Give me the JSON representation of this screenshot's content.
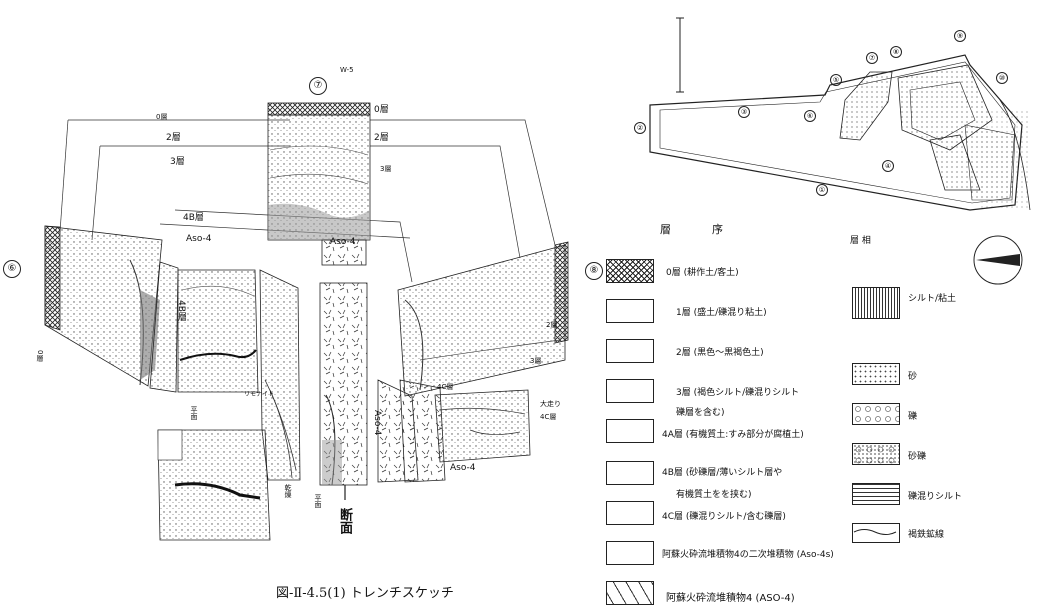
{
  "caption": "図-Ⅱ-4.5(1) トレンチスケッチ",
  "trench_labels": {
    "t7": "⑦",
    "t6": "⑥",
    "t8": "⑧",
    "w5": "W-5",
    "l0_a": "0層",
    "l0_b": "0層",
    "l2_a": "2層",
    "l2_b": "2層",
    "l3_a": "3層",
    "l3_b": "3層",
    "l4b": "4B層",
    "aso4_a": "Aso-4",
    "aso4_b": "Aso-4",
    "aso4_c": "Aso-4",
    "aso4_d": "Aso-4",
    "l4b_side": "4B層",
    "l0_side": "0層",
    "l2_right": "2層",
    "l3_right": "3層",
    "l4c_a": "4C層",
    "l4c_b": "4C層",
    "daiban": "大走り",
    "ritamu": "リモナイト",
    "heimen": "平面",
    "heimen2": "平面",
    "kanso": "乾燥",
    "danmen": "断面"
  },
  "legend": {
    "title_a": "層",
    "title_b": "序",
    "facies_title": "層 相",
    "strata": [
      {
        "label": "0層 (耕作土/客土)",
        "pattern": "hatch"
      },
      {
        "label": "1層 (盛土/礫混り粘土)",
        "pattern": "blank"
      },
      {
        "label": "2層 (黒色～黒褐色土)",
        "pattern": "blank"
      },
      {
        "label": "3層 (褐色シルト/礫混りシルト",
        "pattern": "blank"
      },
      {
        "label": "礫層を含む)",
        "pattern": "none"
      },
      {
        "label": "4A層 (有機質土:すみ部分が腐植土)",
        "pattern": "blank"
      },
      {
        "label": "4B層 (砂礫層/薄いシルト層や",
        "pattern": "blank"
      },
      {
        "label": "有機質土をを挟む)",
        "pattern": "none"
      },
      {
        "label": "4C層 (礫混りシルト/含む礫層)",
        "pattern": "blank"
      },
      {
        "label": "阿蘇火砕流堆積物4の二次堆積物 (Aso-4s)",
        "pattern": "blank"
      },
      {
        "label": "阿蘇火砕流堆積物4 (ASO-4)",
        "pattern": "dash"
      }
    ],
    "facies": [
      {
        "label": "シルト/粘土"
      },
      {
        "label": "砂"
      },
      {
        "label": "礫"
      },
      {
        "label": "砂礫"
      },
      {
        "label": "礫混りシルト"
      },
      {
        "label": "褐鉄鉱線"
      }
    ]
  },
  "plan": {
    "numbers": [
      "①",
      "②",
      "③",
      "④",
      "⑤",
      "⑥",
      "⑦",
      "⑧",
      "⑨",
      "⑩"
    ]
  }
}
